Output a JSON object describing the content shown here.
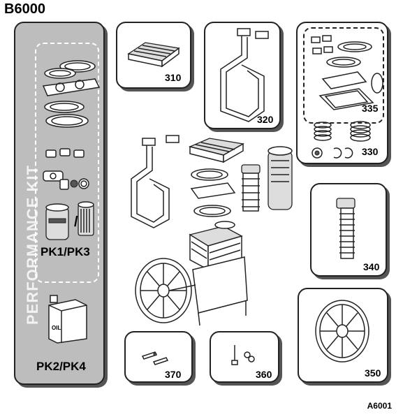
{
  "header": {
    "model": "B6000"
  },
  "footer": {
    "code": "A6001"
  },
  "kit": {
    "vertical_label": "PERFORMANCE KIT",
    "label_upper": "PK1/PK3",
    "separator": "/",
    "label_lower": "PK2/PK4",
    "oil_text": "OIL"
  },
  "parts": {
    "p310": "310",
    "p320": "320",
    "p335": "335",
    "p330": "330",
    "p340": "340",
    "p350": "350",
    "p370": "370",
    "p360": "360"
  }
}
